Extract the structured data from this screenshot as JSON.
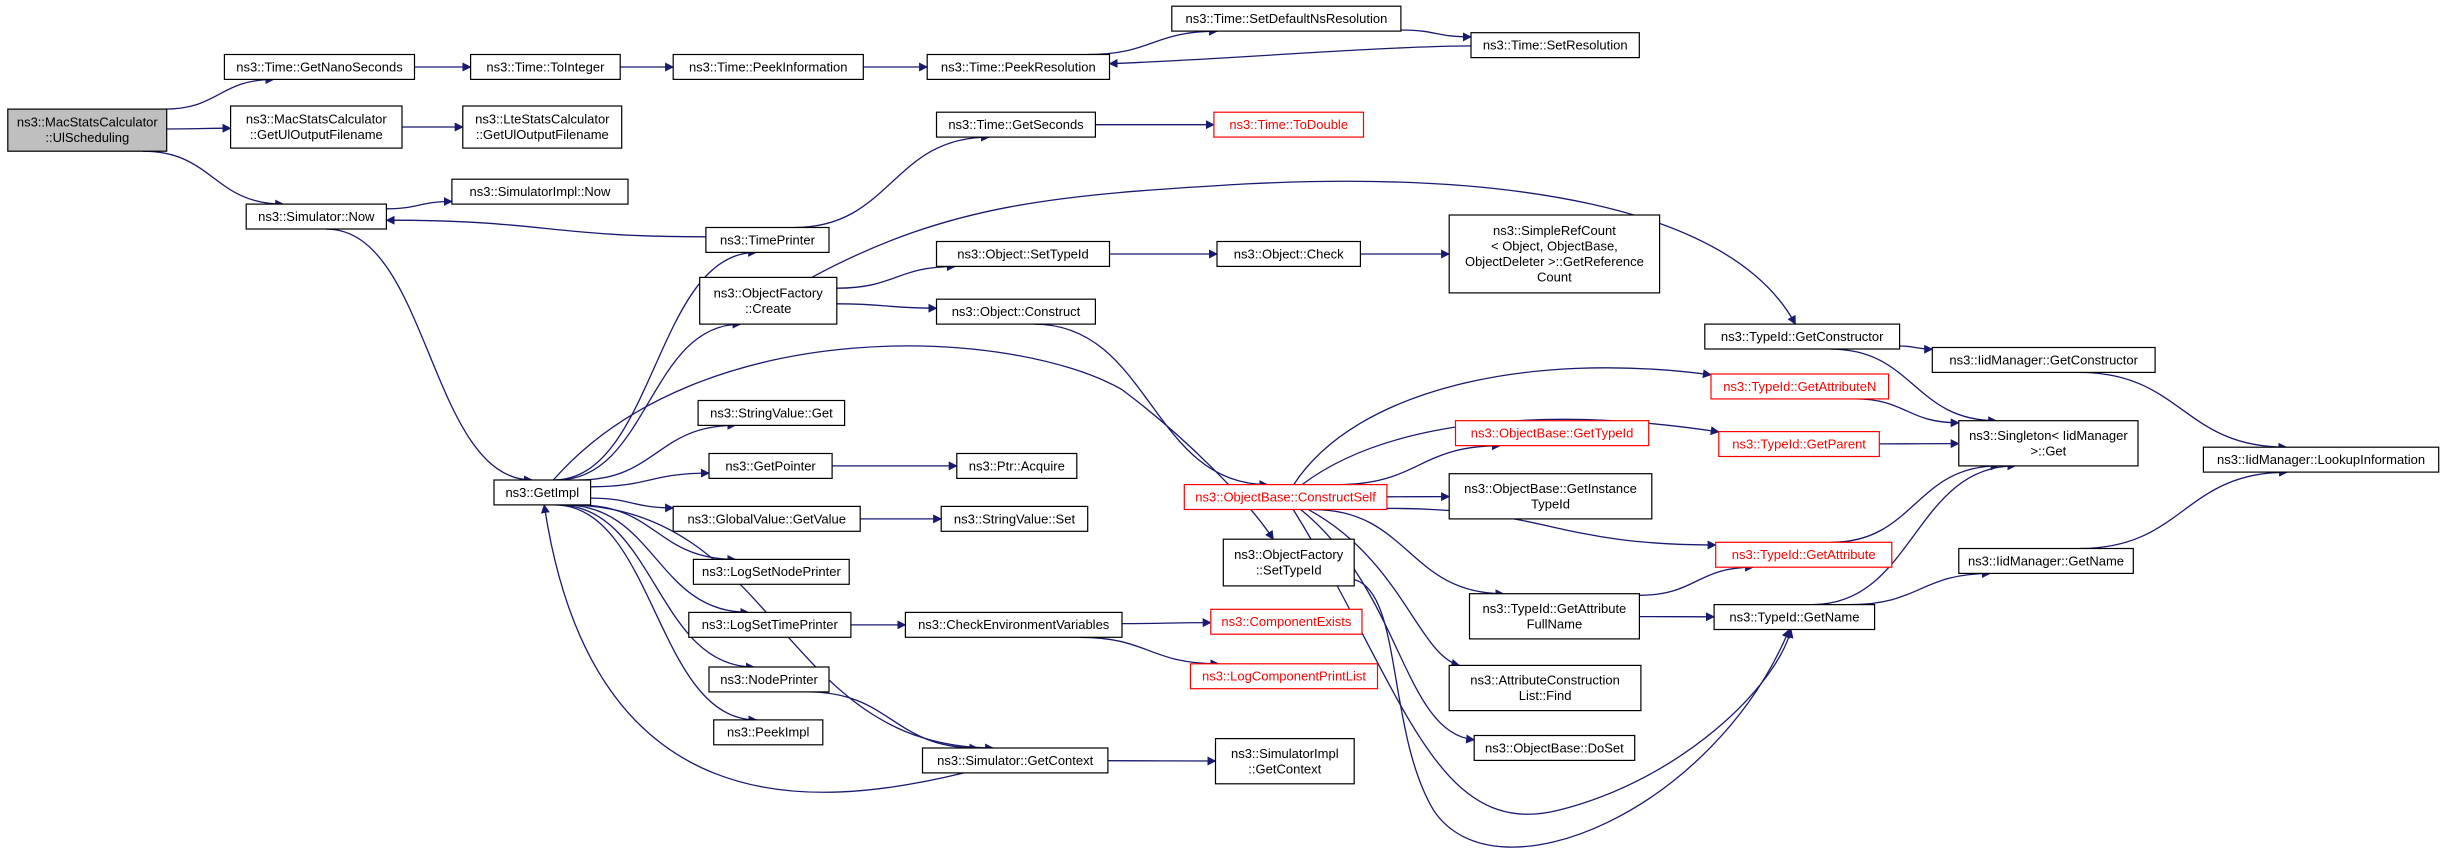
{
  "colors": {
    "edge": "#191970",
    "border": "#000000",
    "truncated_border": "#ff0000",
    "root_fill": "#bfbfbf",
    "node_fill": "#ffffff"
  },
  "nodes": [
    {
      "id": "macstats_ulscheduling",
      "lines": [
        "ns3::MacStatsCalculator",
        "::UlScheduling"
      ],
      "style": "root"
    },
    {
      "id": "time_getnanoseconds",
      "lines": [
        "ns3::Time::GetNanoSeconds"
      ]
    },
    {
      "id": "time_tointeger",
      "lines": [
        "ns3::Time::ToInteger"
      ]
    },
    {
      "id": "time_peekinformation",
      "lines": [
        "ns3::Time::PeekInformation"
      ]
    },
    {
      "id": "time_peekresolution",
      "lines": [
        "ns3::Time::PeekResolution"
      ]
    },
    {
      "id": "time_setdefaultnsresolution",
      "lines": [
        "ns3::Time::SetDefaultNsResolution"
      ]
    },
    {
      "id": "time_setresolution",
      "lines": [
        "ns3::Time::SetResolution"
      ]
    },
    {
      "id": "macstats_getuloutputfilename",
      "lines": [
        "ns3::MacStatsCalculator",
        "::GetUlOutputFilename"
      ]
    },
    {
      "id": "ltestats_getuloutputfilename",
      "lines": [
        "ns3::LteStatsCalculator",
        "::GetUlOutputFilename"
      ]
    },
    {
      "id": "time_getseconds",
      "lines": [
        "ns3::Time::GetSeconds"
      ]
    },
    {
      "id": "time_todouble",
      "lines": [
        "ns3::Time::ToDouble"
      ],
      "style": "red"
    },
    {
      "id": "simulator_now",
      "lines": [
        "ns3::Simulator::Now"
      ]
    },
    {
      "id": "simulatorimpl_now",
      "lines": [
        "ns3::SimulatorImpl::Now"
      ]
    },
    {
      "id": "timeprinter",
      "lines": [
        "ns3::TimePrinter"
      ]
    },
    {
      "id": "objectfactory_create",
      "lines": [
        "ns3::ObjectFactory",
        "::Create"
      ]
    },
    {
      "id": "object_settypeid",
      "lines": [
        "ns3::Object::SetTypeId"
      ]
    },
    {
      "id": "object_check",
      "lines": [
        "ns3::Object::Check"
      ]
    },
    {
      "id": "simplerefcount",
      "lines": [
        "ns3::SimpleRefCount",
        "< Object, ObjectBase,",
        "ObjectDeleter >::GetReference",
        "Count"
      ]
    },
    {
      "id": "object_construct",
      "lines": [
        "ns3::Object::Construct"
      ]
    },
    {
      "id": "typeid_getconstructor",
      "lines": [
        "ns3::TypeId::GetConstructor"
      ]
    },
    {
      "id": "iidmanager_getconstructor",
      "lines": [
        "ns3::IidManager::GetConstructor"
      ]
    },
    {
      "id": "typeid_getattributen",
      "lines": [
        "ns3::TypeId::GetAttributeN"
      ],
      "style": "red"
    },
    {
      "id": "singleton_get",
      "lines": [
        "ns3::Singleton< IidManager",
        ">::Get"
      ]
    },
    {
      "id": "iidmanager_lookupinformation",
      "lines": [
        "ns3::IidManager::LookupInformation"
      ]
    },
    {
      "id": "objectbase_gettypeid",
      "lines": [
        "ns3::ObjectBase::GetTypeId"
      ],
      "style": "red"
    },
    {
      "id": "typeid_getparent",
      "lines": [
        "ns3::TypeId::GetParent"
      ],
      "style": "red"
    },
    {
      "id": "stringvalue_get",
      "lines": [
        "ns3::StringValue::Get"
      ]
    },
    {
      "id": "getpointer",
      "lines": [
        "ns3::GetPointer"
      ]
    },
    {
      "id": "ptr_acquire",
      "lines": [
        "ns3::Ptr::Acquire"
      ]
    },
    {
      "id": "getimpl",
      "lines": [
        "ns3::GetImpl"
      ]
    },
    {
      "id": "objectbase_constructself",
      "lines": [
        "ns3::ObjectBase::ConstructSelf"
      ],
      "style": "red"
    },
    {
      "id": "objectbase_getinstancetypeid",
      "lines": [
        "ns3::ObjectBase::GetInstance",
        "TypeId"
      ]
    },
    {
      "id": "globalvalue_getvalue",
      "lines": [
        "ns3::GlobalValue::GetValue"
      ]
    },
    {
      "id": "stringvalue_set",
      "lines": [
        "ns3::StringValue::Set"
      ]
    },
    {
      "id": "objectfactory_settypeid",
      "lines": [
        "ns3::ObjectFactory",
        "::SetTypeId"
      ]
    },
    {
      "id": "typeid_getattribute",
      "lines": [
        "ns3::TypeId::GetAttribute"
      ],
      "style": "red"
    },
    {
      "id": "iidmanager_getname",
      "lines": [
        "ns3::IidManager::GetName"
      ]
    },
    {
      "id": "logsetnodeprinter",
      "lines": [
        "ns3::LogSetNodePrinter"
      ]
    },
    {
      "id": "typeid_getattributefullname",
      "lines": [
        "ns3::TypeId::GetAttribute",
        "FullName"
      ]
    },
    {
      "id": "typeid_getname",
      "lines": [
        "ns3::TypeId::GetName"
      ]
    },
    {
      "id": "logsettimeprinter",
      "lines": [
        "ns3::LogSetTimePrinter"
      ]
    },
    {
      "id": "checkenvironmentvariables",
      "lines": [
        "ns3::CheckEnvironmentVariables"
      ]
    },
    {
      "id": "componentexists",
      "lines": [
        "ns3::ComponentExists"
      ],
      "style": "red"
    },
    {
      "id": "logcomponentprintlist",
      "lines": [
        "ns3::LogComponentPrintList"
      ],
      "style": "red"
    },
    {
      "id": "attributeconstructionlist_find",
      "lines": [
        "ns3::AttributeConstruction",
        "List::Find"
      ]
    },
    {
      "id": "nodeprinter",
      "lines": [
        "ns3::NodePrinter"
      ]
    },
    {
      "id": "peekimpl",
      "lines": [
        "ns3::PeekImpl"
      ]
    },
    {
      "id": "objectbase_doset",
      "lines": [
        "ns3::ObjectBase::DoSet"
      ]
    },
    {
      "id": "simulator_getcontext",
      "lines": [
        "ns3::Simulator::GetContext"
      ]
    },
    {
      "id": "simulatorimpl_getcontext",
      "lines": [
        "ns3::SimulatorImpl",
        "::GetContext"
      ]
    }
  ],
  "edges": [
    [
      "macstats_ulscheduling",
      "time_getnanoseconds"
    ],
    [
      "macstats_ulscheduling",
      "macstats_getuloutputfilename"
    ],
    [
      "macstats_ulscheduling",
      "simulator_now"
    ],
    [
      "time_getnanoseconds",
      "time_tointeger"
    ],
    [
      "time_tointeger",
      "time_peekinformation"
    ],
    [
      "time_peekinformation",
      "time_peekresolution"
    ],
    [
      "time_peekresolution",
      "time_setdefaultnsresolution"
    ],
    [
      "time_setdefaultnsresolution",
      "time_setresolution"
    ],
    [
      "time_setresolution",
      "time_peekresolution"
    ],
    [
      "macstats_getuloutputfilename",
      "ltestats_getuloutputfilename"
    ],
    [
      "time_getseconds",
      "time_todouble"
    ],
    [
      "simulator_now",
      "simulatorimpl_now"
    ],
    [
      "simulator_now",
      "getimpl"
    ],
    [
      "timeprinter",
      "simulator_now"
    ],
    [
      "timeprinter",
      "time_getseconds"
    ],
    [
      "objectfactory_create",
      "object_settypeid"
    ],
    [
      "objectfactory_create",
      "object_construct"
    ],
    [
      "objectfactory_create",
      "typeid_getconstructor"
    ],
    [
      "object_settypeid",
      "object_check"
    ],
    [
      "object_check",
      "simplerefcount"
    ],
    [
      "object_construct",
      "objectbase_constructself"
    ],
    [
      "typeid_getconstructor",
      "iidmanager_getconstructor"
    ],
    [
      "typeid_getconstructor",
      "singleton_get"
    ],
    [
      "iidmanager_getconstructor",
      "iidmanager_lookupinformation"
    ],
    [
      "typeid_getattributen",
      "singleton_get"
    ],
    [
      "typeid_getparent",
      "singleton_get"
    ],
    [
      "typeid_getattribute",
      "singleton_get"
    ],
    [
      "typeid_getname",
      "singleton_get"
    ],
    [
      "typeid_getname",
      "iidmanager_getname"
    ],
    [
      "iidmanager_getname",
      "iidmanager_lookupinformation"
    ],
    [
      "getimpl",
      "timeprinter"
    ],
    [
      "getimpl",
      "objectfactory_create"
    ],
    [
      "getimpl",
      "objectfactory_settypeid"
    ],
    [
      "getimpl",
      "stringvalue_get"
    ],
    [
      "getimpl",
      "getpointer"
    ],
    [
      "getimpl",
      "globalvalue_getvalue"
    ],
    [
      "getimpl",
      "logsetnodeprinter"
    ],
    [
      "getimpl",
      "logsettimeprinter"
    ],
    [
      "getimpl",
      "nodeprinter"
    ],
    [
      "getimpl",
      "peekimpl"
    ],
    [
      "getimpl",
      "simulator_getcontext"
    ],
    [
      "getpointer",
      "ptr_acquire"
    ],
    [
      "globalvalue_getvalue",
      "stringvalue_set"
    ],
    [
      "logsettimeprinter",
      "checkenvironmentvariables"
    ],
    [
      "checkenvironmentvariables",
      "componentexists"
    ],
    [
      "checkenvironmentvariables",
      "logcomponentprintlist"
    ],
    [
      "nodeprinter",
      "simulator_getcontext"
    ],
    [
      "simulator_getcontext",
      "simulatorimpl_getcontext"
    ],
    [
      "simulator_getcontext",
      "getimpl"
    ],
    [
      "objectbase_constructself",
      "typeid_getattributen"
    ],
    [
      "objectbase_constructself",
      "typeid_getparent"
    ],
    [
      "objectbase_constructself",
      "objectbase_gettypeid"
    ],
    [
      "objectbase_constructself",
      "objectbase_getinstancetypeid"
    ],
    [
      "objectbase_constructself",
      "typeid_getattribute"
    ],
    [
      "objectbase_constructself",
      "typeid_getattributefullname"
    ],
    [
      "objectbase_constructself",
      "attributeconstructionlist_find"
    ],
    [
      "objectbase_constructself",
      "objectbase_doset"
    ],
    [
      "objectbase_constructself",
      "typeid_getname"
    ],
    [
      "objectfactory_settypeid",
      "typeid_getname"
    ],
    [
      "typeid_getattributefullname",
      "typeid_getattribute"
    ],
    [
      "typeid_getattributefullname",
      "typeid_getname"
    ]
  ]
}
